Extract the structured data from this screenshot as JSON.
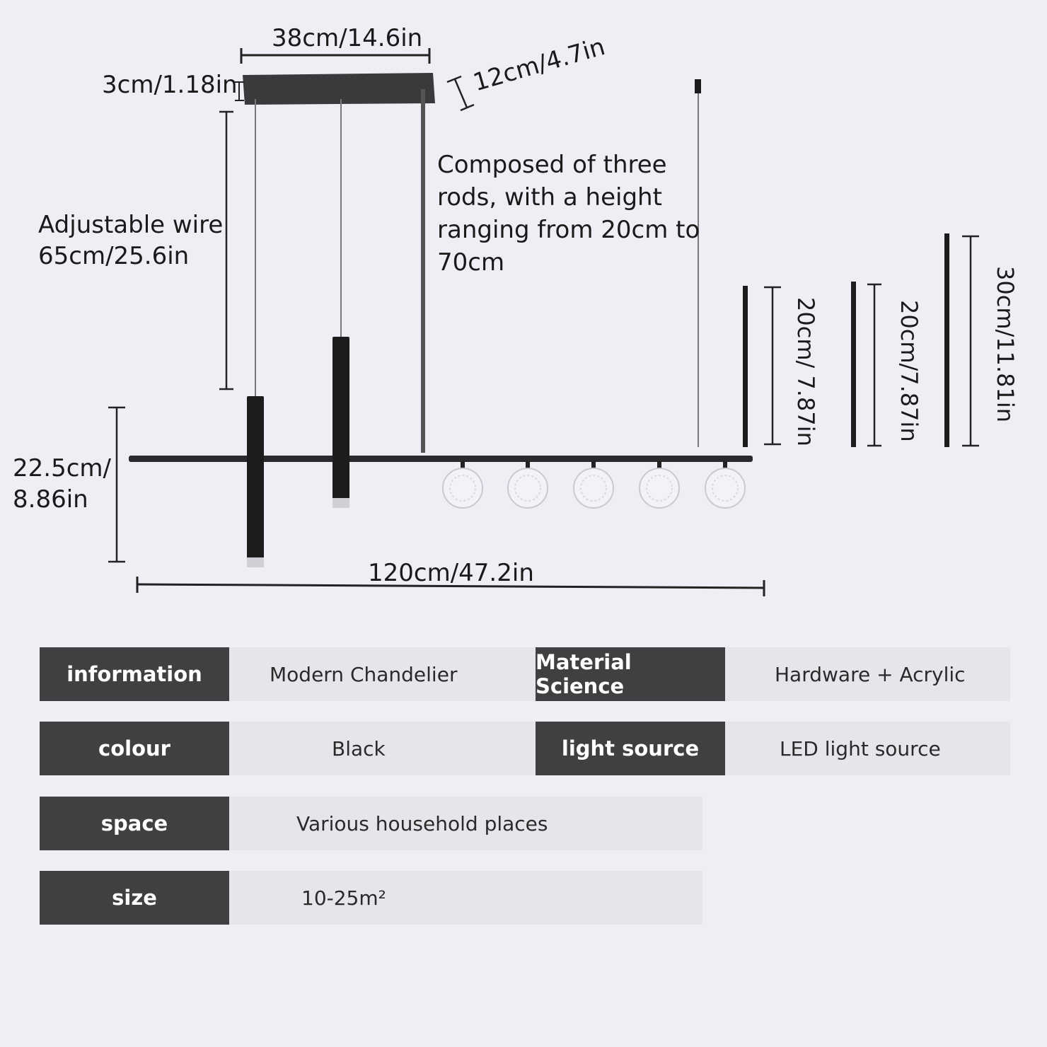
{
  "dimensions": {
    "canopy_width": "38cm/14.6in",
    "canopy_thickness": "3cm/1.18in",
    "canopy_depth": "12cm/4.7in",
    "wire_label_line1": "Adjustable wire",
    "wire_label_line2": "65cm/25.6in",
    "pendant_height_line1": "22.5cm/",
    "pendant_height_line2": "8.86in",
    "total_length": "120cm/47.2in",
    "rod_1": "20cm/ 7.87in",
    "rod_2": "20cm/7.87in",
    "rod_3": "30cm/11.81in"
  },
  "note": {
    "line1": "Composed of three",
    "line2": "rods, with a height",
    "line3": "ranging from 20cm to",
    "line4": "70cm"
  },
  "specs": [
    {
      "label": "information",
      "value": "Modern Chandelier"
    },
    {
      "label": "Material Science",
      "value": "Hardware + Acrylic"
    },
    {
      "label": "colour",
      "value": "Black"
    },
    {
      "label": "light source",
      "value": "LED light source"
    },
    {
      "label": "space",
      "value": "Various household places"
    },
    {
      "label": "size",
      "value": "10-25m²"
    }
  ],
  "colors": {
    "background": "#efeef4",
    "label_bg": "#404042",
    "value_bg": "#e6e5ea",
    "fixture": "#1c1c1c"
  }
}
